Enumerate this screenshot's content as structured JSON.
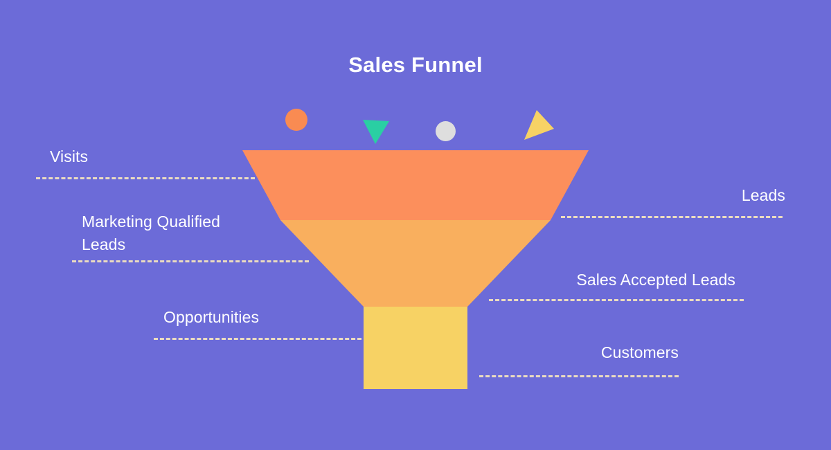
{
  "chart_data": {
    "type": "funnel",
    "title": "Sales Funnel",
    "background_color": "#6C6BD8",
    "orientation": "vertical-descending",
    "stages": [
      {
        "label": "Visits",
        "side": "left",
        "color": "#FC8F5C"
      },
      {
        "label": "Leads",
        "side": "right",
        "color": "#FC8F5C"
      },
      {
        "label": "Marketing Qualified\nLeads",
        "side": "left",
        "color": "#F9AF5E"
      },
      {
        "label": "Sales Accepted Leads",
        "side": "right",
        "color": "#F9AF5E"
      },
      {
        "label": "Opportunities",
        "side": "left",
        "color": "#F7D264"
      },
      {
        "label": "Customers",
        "side": "right",
        "color": "#F7D264"
      }
    ],
    "bands": [
      {
        "name": "top-band",
        "color": "#FC8F5C"
      },
      {
        "name": "middle-band",
        "color": "#F9AF5E"
      },
      {
        "name": "bottom-band",
        "color": "#F7D264"
      }
    ],
    "connector_color": "#EBDCC0",
    "legend": "none",
    "grid": false
  },
  "title": "Sales Funnel",
  "labels": {
    "visits": "Visits",
    "leads": "Leads",
    "marketing_qualified_leads": "Marketing Qualified\nLeads",
    "sales_accepted_leads": "Sales Accepted Leads",
    "opportunities": "Opportunities",
    "customers": "Customers"
  },
  "decorations": [
    {
      "name": "orange-circle",
      "shape": "circle",
      "color": "#F98B52"
    },
    {
      "name": "teal-triangle-down",
      "shape": "triangle",
      "color": "#2ACFA3"
    },
    {
      "name": "gray-circle",
      "shape": "circle",
      "color": "#DEDEDE"
    },
    {
      "name": "yellow-triangle-right",
      "shape": "triangle",
      "color": "#F7D265"
    }
  ]
}
